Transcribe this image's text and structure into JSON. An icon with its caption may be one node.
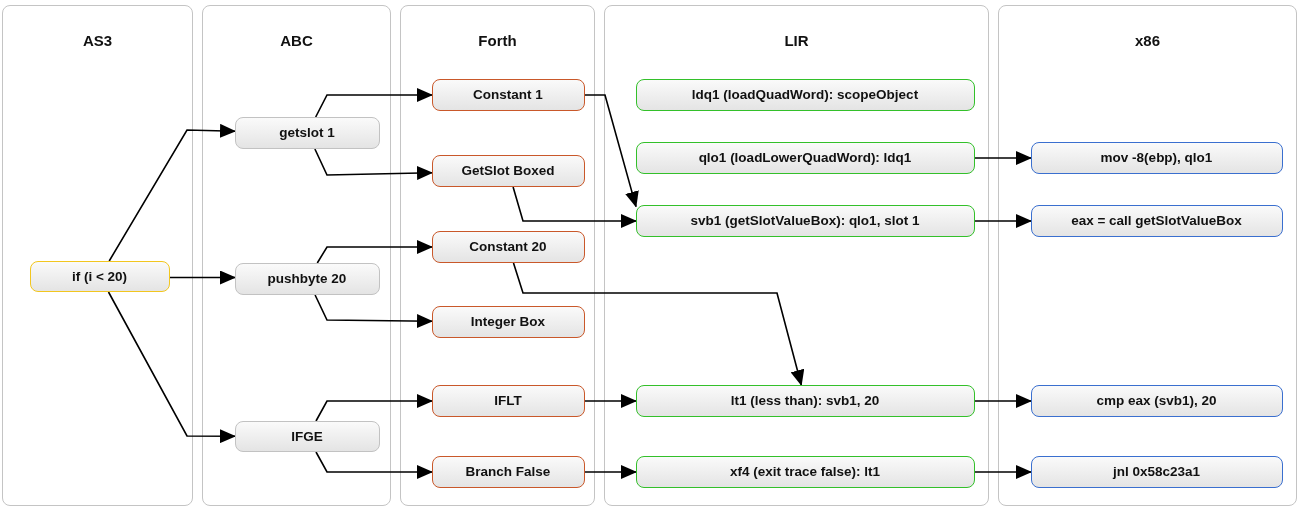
{
  "diagram": {
    "nodes": [
      {
        "text": [
          "AS3"
        ]
      },
      {
        "text": [
          "if (i < 20)"
        ],
        "in": 0
      },
      {
        "text": [
          "ABC"
        ]
      },
      {
        "text": [
          "getslot 1"
        ],
        "in": 2
      },
      {
        "text": [
          "pushbyte 20"
        ],
        "in": 2
      },
      {
        "text": [
          "IFGE"
        ],
        "in": 2
      },
      {
        "text": [
          "Forth"
        ]
      },
      {
        "text": [
          "Constant 1"
        ],
        "in": 6
      },
      {
        "text": [
          "GetSlot Boxed"
        ],
        "in": 6
      },
      {
        "text": [
          "Constant 20"
        ],
        "in": 6
      },
      {
        "text": [
          "Integer Box"
        ],
        "in": 6
      },
      {
        "text": [
          "IFLT"
        ],
        "in": 6
      },
      {
        "text": [
          "Branch False"
        ],
        "in": 6
      },
      {
        "text": [
          "LIR"
        ]
      },
      {
        "text": [
          "ldq1 (loadQuadWord): scopeObject"
        ],
        "in": 13
      },
      {
        "text": [
          "qlo1 (loadLowerQuadWord): ldq1"
        ],
        "in": 13
      },
      {
        "text": [
          "svb1 (getSlotValueBox): qlo1, slot 1"
        ],
        "in": 13
      },
      {
        "text": [
          "lt1 (less than): svb1, 20"
        ],
        "in": 13
      },
      {
        "text": [
          "xf4 (exit trace false): lt1"
        ],
        "in": 13
      },
      {
        "text": [
          "x86"
        ]
      },
      {
        "text": [
          "mov -8(ebp), qlo1"
        ],
        "in": 19
      },
      {
        "text": [
          "eax = call getSlotValueBox"
        ],
        "in": 19
      },
      {
        "text": [
          "cmp eax (svb1), 20"
        ],
        "in": 19
      },
      {
        "text": [
          "jnl 0x58c23a1"
        ],
        "in": 19
      }
    ],
    "edges": [
      {
        "from": 1,
        "to": 3,
        "arrow": "to"
      },
      {
        "from": 1,
        "to": 4,
        "arrow": "to"
      },
      {
        "from": 1,
        "to": 5,
        "arrow": "to"
      },
      {
        "from": 3,
        "to": 7,
        "arrow": "to"
      },
      {
        "from": 3,
        "to": 8,
        "arrow": "to"
      },
      {
        "from": 4,
        "to": 9,
        "arrow": "to"
      },
      {
        "from": 4,
        "to": 10,
        "arrow": "to"
      },
      {
        "from": 5,
        "to": 11,
        "arrow": "to"
      },
      {
        "from": 5,
        "to": 12,
        "arrow": "to"
      },
      {
        "from": 7,
        "to": 16,
        "arrow": "to"
      },
      {
        "from": 8,
        "to": 16,
        "arrow": "to"
      },
      {
        "from": 9,
        "to": 17,
        "arrow": "to"
      },
      {
        "from": 11,
        "to": 17,
        "arrow": "to"
      },
      {
        "from": 12,
        "to": 18,
        "arrow": "to"
      },
      {
        "from": 15,
        "to": 20,
        "arrow": "to"
      },
      {
        "from": 16,
        "to": 21,
        "arrow": "to"
      },
      {
        "from": 17,
        "to": 22,
        "arrow": "to"
      },
      {
        "from": 18,
        "to": 23,
        "arrow": "to"
      }
    ]
  }
}
